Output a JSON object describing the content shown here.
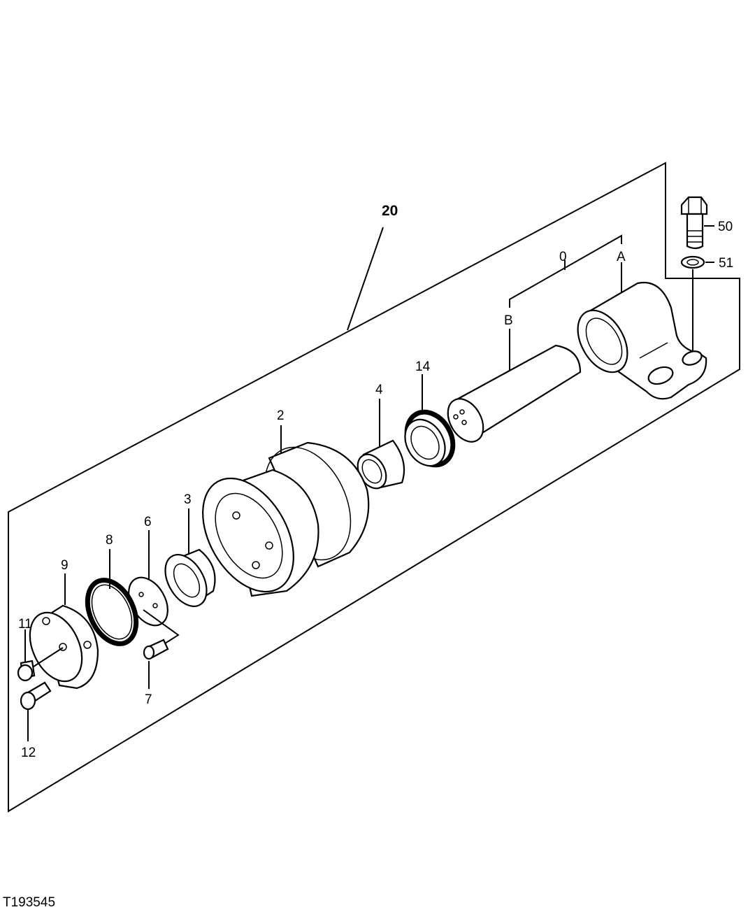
{
  "figure_id": "T193545",
  "labels": {
    "assembly": "20",
    "p0": "0",
    "pA": "A",
    "pB": "B",
    "p2": "2",
    "p3": "3",
    "p4": "4",
    "p6": "6",
    "p7": "7",
    "p8": "8",
    "p9": "9",
    "p11": "11",
    "p12": "12",
    "p14": "14",
    "p50": "50",
    "p51": "51"
  }
}
